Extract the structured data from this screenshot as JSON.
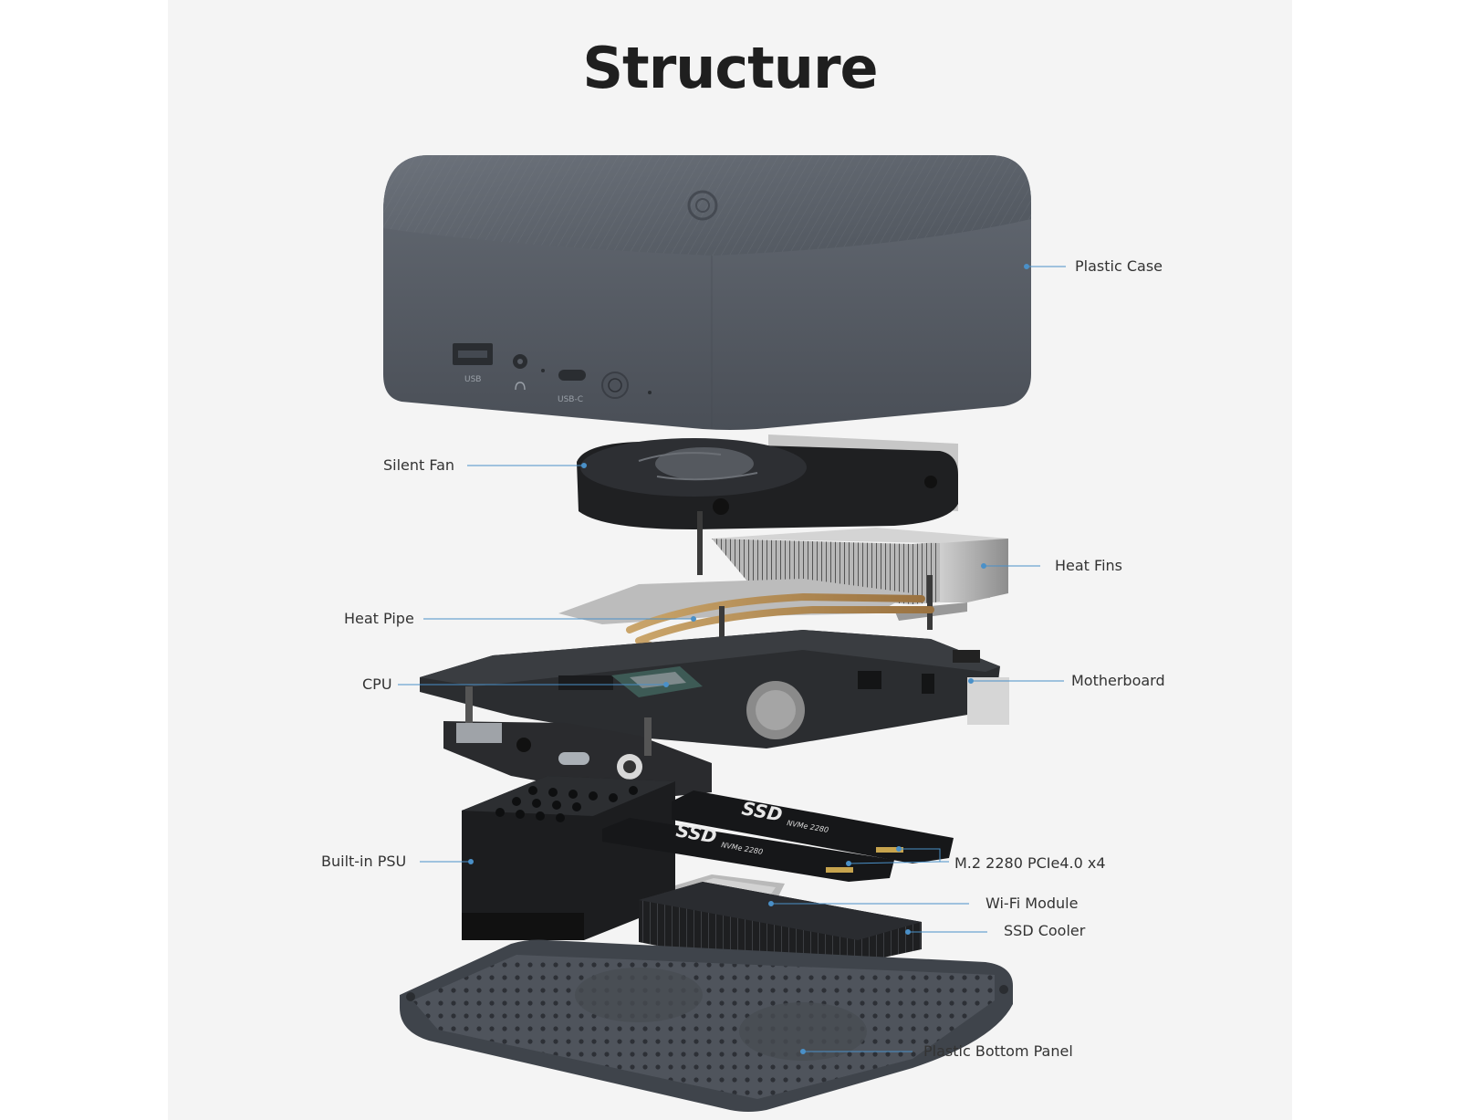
{
  "title": "Structure",
  "ports": {
    "usb": "USB",
    "usbc": "USB-C"
  },
  "ssd_labels": {
    "brand": "SSD",
    "sub": "NVMe 2280"
  },
  "callouts": [
    {
      "id": "plastic-case",
      "label": "Plastic Case"
    },
    {
      "id": "silent-fan",
      "label": "Silent Fan"
    },
    {
      "id": "heat-fins",
      "label": "Heat Fins"
    },
    {
      "id": "heat-pipe",
      "label": "Heat Pipe"
    },
    {
      "id": "cpu",
      "label": "CPU"
    },
    {
      "id": "motherboard",
      "label": "Motherboard"
    },
    {
      "id": "built-in-psu",
      "label": "Built-in PSU"
    },
    {
      "id": "m2-ssd",
      "label": "M.2 2280 PCIe4.0 x4"
    },
    {
      "id": "wifi-module",
      "label": "Wi-Fi Module"
    },
    {
      "id": "ssd-cooler",
      "label": "SSD Cooler"
    },
    {
      "id": "plastic-bottom-panel",
      "label": "Plastic Bottom Panel"
    }
  ],
  "colors": {
    "leader": "#4a90c8",
    "case": "#5b616b",
    "board": "#2b2d30"
  }
}
